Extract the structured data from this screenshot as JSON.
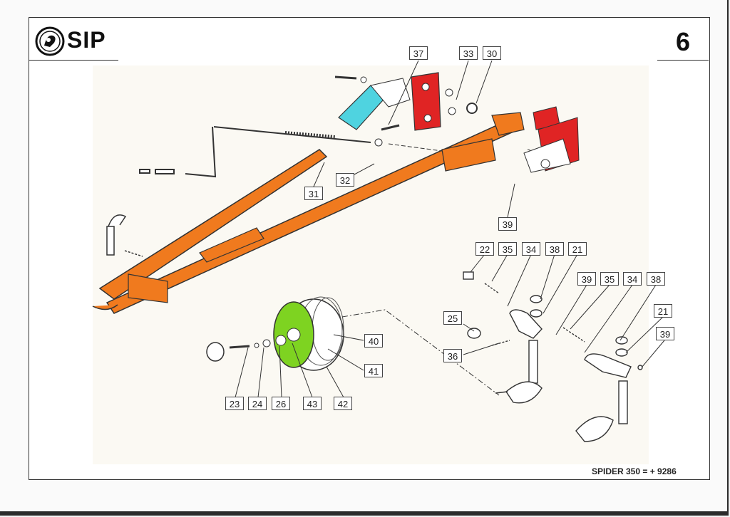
{
  "header": {
    "brand": "SIP",
    "page_number": "6"
  },
  "footer": {
    "model_label": "SPIDER 350 = + 9286"
  },
  "callouts": [
    {
      "id": "c37",
      "label": "37"
    },
    {
      "id": "c33",
      "label": "33"
    },
    {
      "id": "c30",
      "label": "30"
    },
    {
      "id": "c31",
      "label": "31"
    },
    {
      "id": "c32",
      "label": "32"
    },
    {
      "id": "c39a",
      "label": "39"
    },
    {
      "id": "c22",
      "label": "22"
    },
    {
      "id": "c35a",
      "label": "35"
    },
    {
      "id": "c34a",
      "label": "34"
    },
    {
      "id": "c38a",
      "label": "38"
    },
    {
      "id": "c21a",
      "label": "21"
    },
    {
      "id": "c39b",
      "label": "39"
    },
    {
      "id": "c35b",
      "label": "35"
    },
    {
      "id": "c34b",
      "label": "34"
    },
    {
      "id": "c38b",
      "label": "38"
    },
    {
      "id": "c25",
      "label": "25"
    },
    {
      "id": "c21b",
      "label": "21"
    },
    {
      "id": "c39c",
      "label": "39"
    },
    {
      "id": "c36",
      "label": "36"
    },
    {
      "id": "c40",
      "label": "40"
    },
    {
      "id": "c41",
      "label": "41"
    },
    {
      "id": "c23",
      "label": "23"
    },
    {
      "id": "c24",
      "label": "24"
    },
    {
      "id": "c26",
      "label": "26"
    },
    {
      "id": "c43",
      "label": "43"
    },
    {
      "id": "c42",
      "label": "42"
    }
  ],
  "colors": {
    "frame_orange": "#f07a1e",
    "bracket_red": "#e02424",
    "wheel_green": "#7ed321",
    "handle_cyan": "#4fd3e0",
    "line": "#333333"
  }
}
